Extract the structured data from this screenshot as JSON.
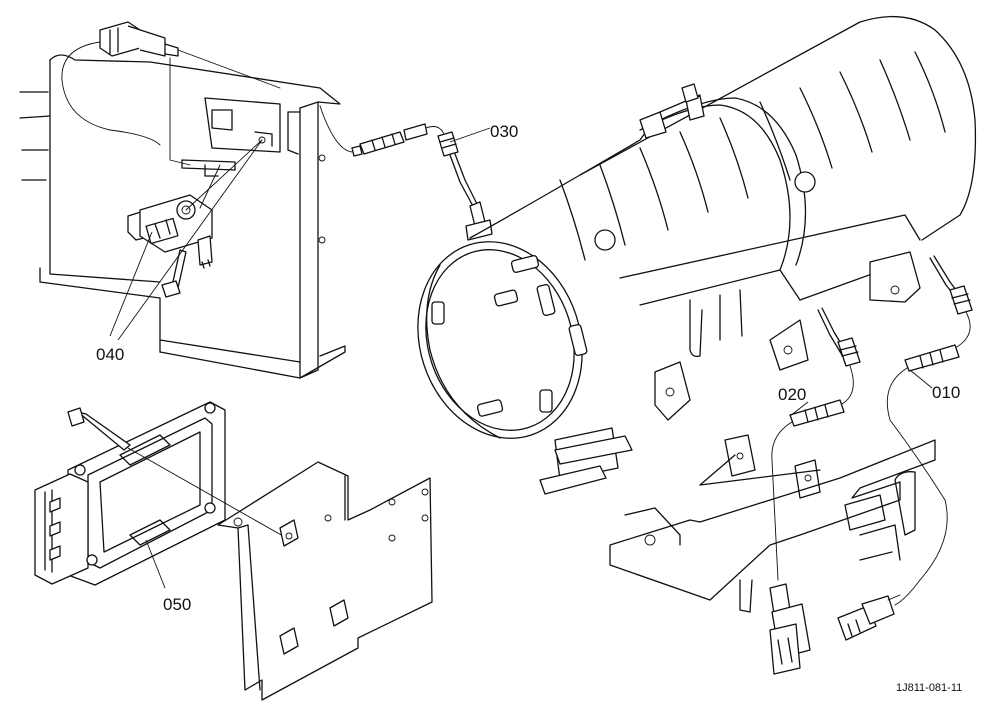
{
  "callouts": {
    "p010": "010",
    "p020": "020",
    "p030": "030",
    "p040": "040",
    "p050": "050"
  },
  "figure_ref": "1J811-081-11",
  "colors": {
    "line": "#111111",
    "background": "#ffffff"
  }
}
